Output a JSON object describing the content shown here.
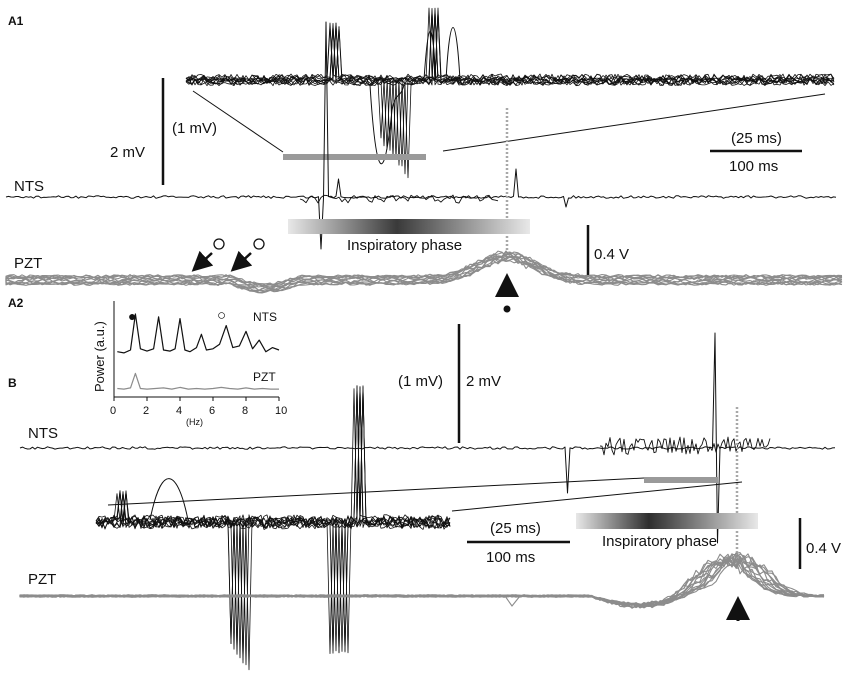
{
  "panels": {
    "a1": {
      "label": "A1",
      "trace_labels": {
        "nts": "NTS",
        "pzt": "PZT"
      },
      "scalebars": {
        "voltage_full": "2 mV",
        "voltage_inset": "(1 mV)",
        "time_full": "100 ms",
        "time_inset": "(25 ms)",
        "pzt_voltage": "0.4 V"
      },
      "phase_label": "Inspiratory phase"
    },
    "a2": {
      "label": "A2",
      "chart_data": {
        "type": "line",
        "xlabel": "(Hz)",
        "ylabel": "Power (a.u.)",
        "xlim": [
          0,
          10
        ],
        "x_ticks": [
          "0",
          "2",
          "4",
          "6",
          "8",
          "10"
        ],
        "series": [
          {
            "name": "NTS",
            "x": [
              0.2,
              0.6,
              1.0,
              1.3,
              1.6,
              2.0,
              2.4,
              2.7,
              3.0,
              3.4,
              3.7,
              4.0,
              4.3,
              4.6,
              5.0,
              5.3,
              5.6,
              6.0,
              6.4,
              6.8,
              7.2,
              7.6,
              8.0,
              8.4,
              8.8,
              9.2,
              9.6,
              10.0
            ],
            "y": [
              0.35,
              0.33,
              0.38,
              1.0,
              0.4,
              0.36,
              0.4,
              0.95,
              0.38,
              0.36,
              0.4,
              0.92,
              0.38,
              0.35,
              0.42,
              0.65,
              0.38,
              0.4,
              0.48,
              0.8,
              0.42,
              0.45,
              0.7,
              0.4,
              0.55,
              0.35,
              0.42,
              0.38
            ]
          },
          {
            "name": "PZT",
            "x": [
              0.2,
              0.6,
              1.0,
              1.3,
              1.6,
              2.0,
              2.5,
              3.0,
              3.5,
              4.0,
              4.5,
              5.0,
              5.5,
              6.0,
              6.5,
              7.0,
              7.5,
              8.0,
              8.5,
              9.0,
              9.5,
              10.0
            ],
            "y": [
              0.06,
              0.05,
              0.07,
              0.32,
              0.06,
              0.05,
              0.06,
              0.07,
              0.05,
              0.08,
              0.05,
              0.06,
              0.05,
              0.06,
              0.08,
              0.06,
              0.05,
              0.07,
              0.05,
              0.06,
              0.05,
              0.05
            ]
          }
        ],
        "markers": {
          "filled": "●",
          "open": "○"
        }
      }
    },
    "b": {
      "label": "B",
      "trace_labels": {
        "nts": "NTS",
        "pzt": "PZT"
      },
      "scalebars": {
        "voltage_full": "2 mV",
        "voltage_inset": "(1 mV)",
        "time_full": "100 ms",
        "time_inset": "(25 ms)",
        "pzt_voltage": "0.4 V"
      },
      "phase_label": "Inspiratory phase"
    }
  },
  "colors": {
    "trace_dark": "#111111",
    "trace_gray": "#8c8c8c",
    "window_bar": "#9a9a9a",
    "dotted_marker": "#a8a8a8"
  }
}
